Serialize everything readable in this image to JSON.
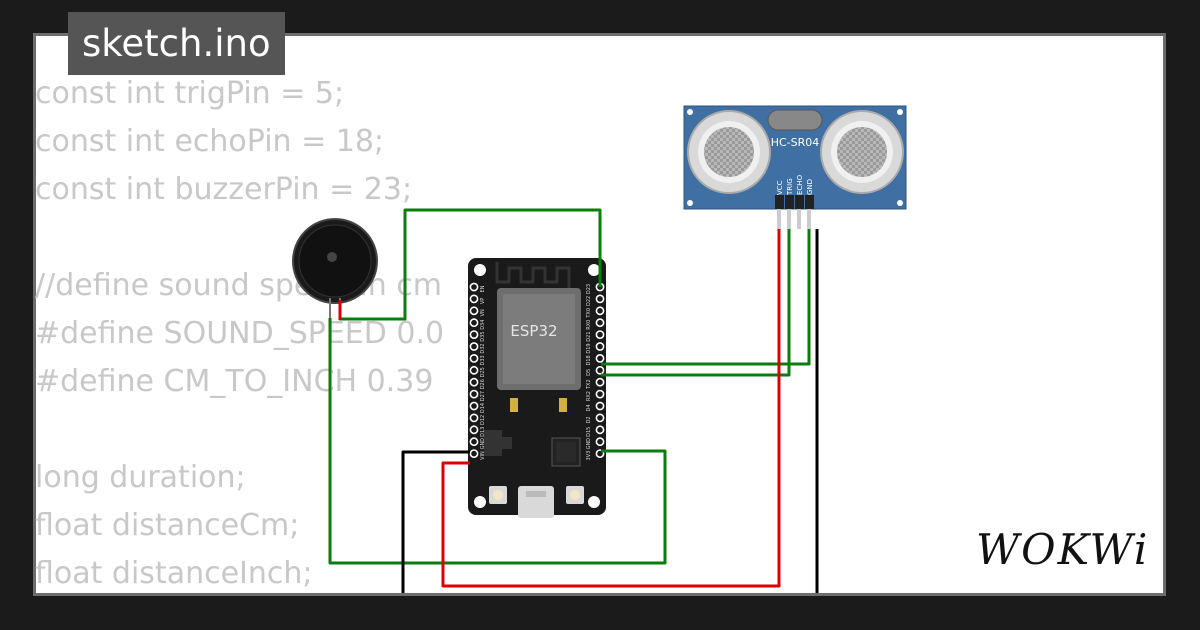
{
  "window": {
    "title": "sketch.ino"
  },
  "code": {
    "lines": [
      "const int trigPin = 5;",
      "const int echoPin = 18;",
      "const int buzzerPin = 23;",
      "",
      "//define sound speed in cm",
      "#define SOUND_SPEED 0.0",
      "#define CM_TO_INCH 0.39",
      "",
      "long duration;",
      "float distanceCm;",
      "float distanceInch;"
    ]
  },
  "sensor": {
    "label": "HC-SR04",
    "pins": [
      "VCC",
      "TRIG",
      "ECHO",
      "GND"
    ]
  },
  "board": {
    "label": "ESP32",
    "left_pins": [
      "EN",
      "VP",
      "VN",
      "D34",
      "D35",
      "D32",
      "D33",
      "D25",
      "D26",
      "D27",
      "D14",
      "D12",
      "D13",
      "GND",
      "VIN"
    ],
    "right_pins": [
      "D23",
      "D22",
      "TX0",
      "RX0",
      "D21",
      "D19",
      "D18",
      "D5",
      "TX2",
      "RX2",
      "D4",
      "D2",
      "D15",
      "GND",
      "3V3"
    ]
  },
  "logo": {
    "text": "WOKWi"
  },
  "colors": {
    "background": "#1b1b1b",
    "card": "#ffffff",
    "card_border": "#6d6d6d",
    "tab": "#555555",
    "code_text": "#c8c8c8",
    "wire_green": "#0a7d0a",
    "wire_red": "#dd0000",
    "wire_black": "#000000",
    "sensor_blue": "#3f6fa3",
    "board_black": "#1a1a1a"
  }
}
